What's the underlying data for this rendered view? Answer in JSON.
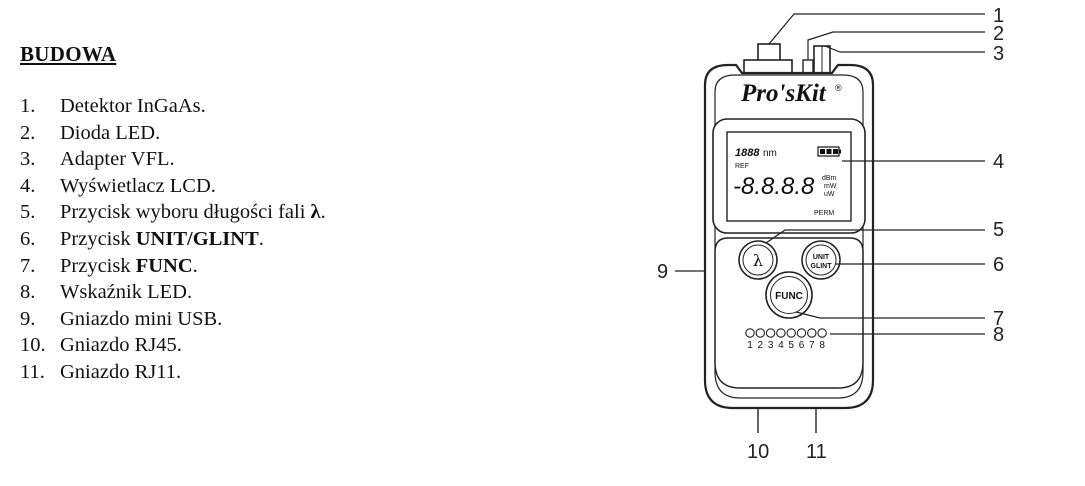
{
  "heading": "BUDOWA",
  "parts": [
    {
      "num": "1.",
      "segments": [
        {
          "t": "Detektor InGaAs.",
          "b": false
        }
      ]
    },
    {
      "num": "2.",
      "segments": [
        {
          "t": "Dioda LED.",
          "b": false
        }
      ]
    },
    {
      "num": "3.",
      "segments": [
        {
          "t": "Adapter VFL.",
          "b": false
        }
      ]
    },
    {
      "num": "4.",
      "segments": [
        {
          "t": "Wyświetlacz LCD.",
          "b": false
        }
      ]
    },
    {
      "num": "5.",
      "segments": [
        {
          "t": "Przycisk wyboru długości fali ",
          "b": false
        },
        {
          "t": "λ",
          "b": true
        },
        {
          "t": ".",
          "b": false
        }
      ]
    },
    {
      "num": "6.",
      "segments": [
        {
          "t": "Przycisk ",
          "b": false
        },
        {
          "t": "UNIT/GLINT",
          "b": true
        },
        {
          "t": ".",
          "b": false
        }
      ]
    },
    {
      "num": "7.",
      "segments": [
        {
          "t": "Przycisk ",
          "b": false
        },
        {
          "t": "FUNC",
          "b": true
        },
        {
          "t": ".",
          "b": false
        }
      ]
    },
    {
      "num": "8.",
      "segments": [
        {
          "t": "Wskaźnik LED.",
          "b": false
        }
      ]
    },
    {
      "num": "9.",
      "segments": [
        {
          "t": "Gniazdo mini USB.",
          "b": false
        }
      ]
    },
    {
      "num": "10.",
      "segments": [
        {
          "t": "Gniazdo RJ45.",
          "b": false
        }
      ]
    },
    {
      "num": "11.",
      "segments": [
        {
          "t": "Gniazdo RJ11.",
          "b": false
        }
      ]
    }
  ],
  "device": {
    "brand": "Pro'sKit",
    "brand_mark": "®",
    "lcd": {
      "wavelength": "1888",
      "wavelength_unit": "nm",
      "ref_label": "REF",
      "main_value": "-8.8.8.8",
      "unit_dbm": "dBm",
      "unit_mw": "mW",
      "unit_uw": "uW",
      "mode": "PERM"
    },
    "buttons": {
      "lambda": "λ",
      "unit_line1": "UNIT",
      "unit_line2": "GLINT",
      "func": "FUNC"
    },
    "led_labels": [
      "1",
      "2",
      "3",
      "4",
      "5",
      "6",
      "7",
      "8"
    ]
  },
  "callouts": [
    "1",
    "2",
    "3",
    "4",
    "5",
    "6",
    "7",
    "8",
    "9",
    "10",
    "11"
  ]
}
